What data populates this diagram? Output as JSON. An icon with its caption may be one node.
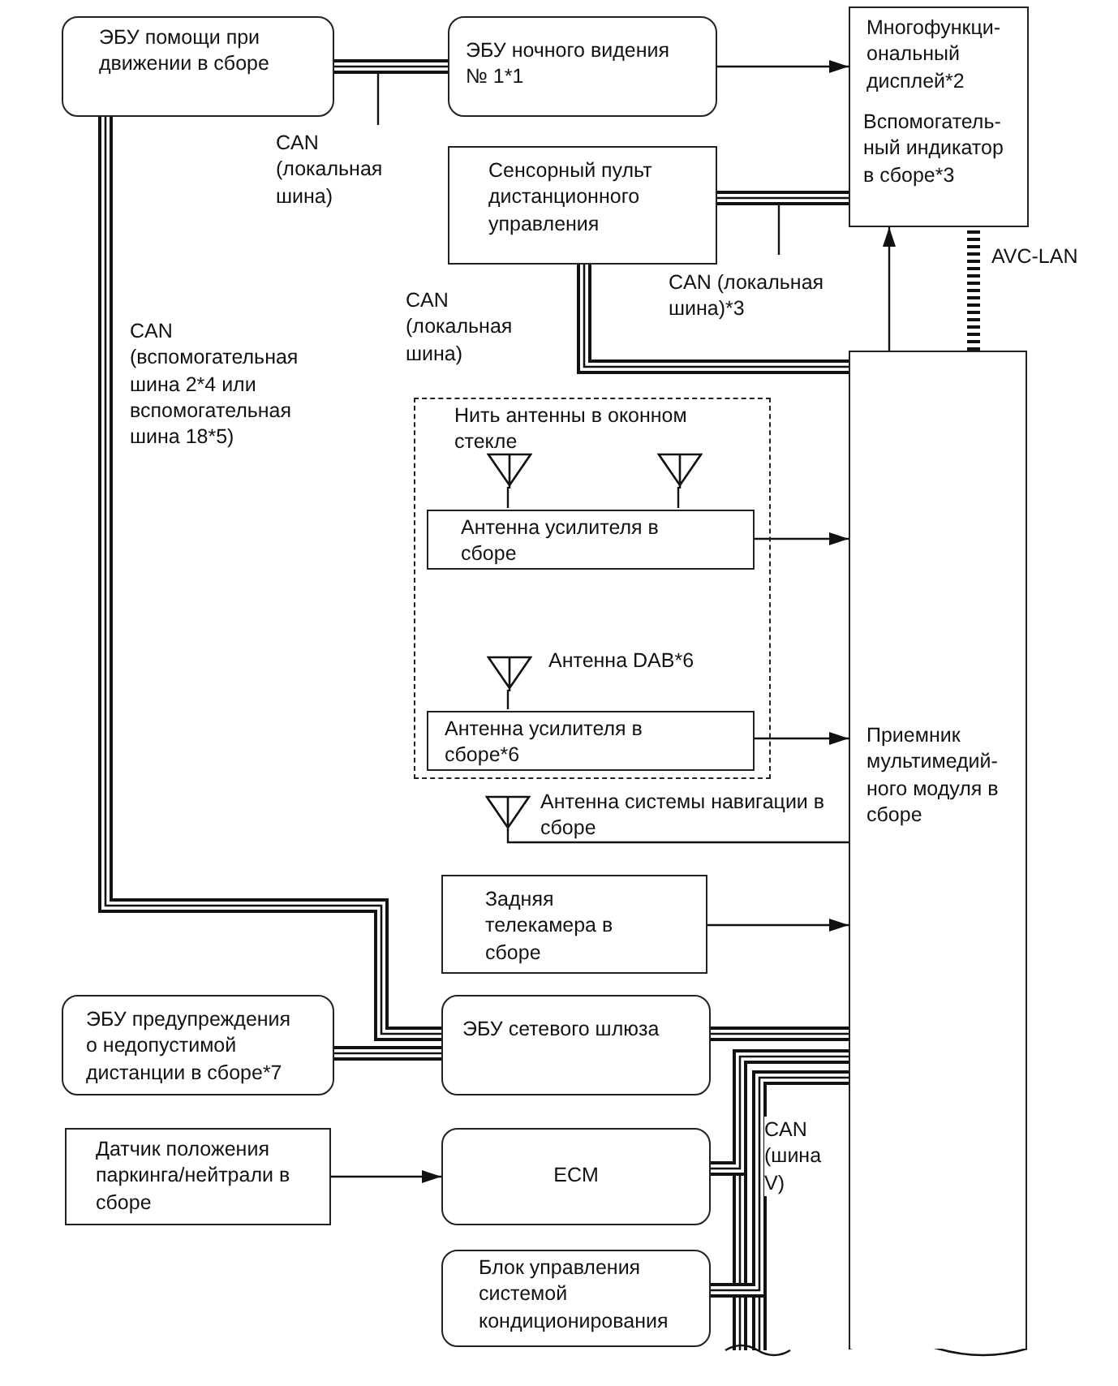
{
  "diagram": {
    "nodes": [
      {
        "text": [
          "ЭБУ помощи при движении в сборе"
        ]
      },
      {
        "text": [
          "ЭБУ ночного видения № 1*1"
        ]
      },
      {
        "text": [
          "Многофункци-ональный дисплей*2",
          "Вспомогатель-ный индикатор в сборе*3"
        ]
      },
      {
        "text": [
          "Сенсорный пульт дистанционного управления"
        ]
      },
      {
        "text": [
          "Приемник мультимедий-ного модуля в сборе"
        ]
      },
      {
        "text": [
          "Нить антенны в оконном стекле"
        ]
      },
      {
        "text": [],
        "shape": "antenna",
        "in": 5
      },
      {
        "text": [],
        "shape": "antenna",
        "in": 5
      },
      {
        "text": [
          "Антенна усилителя в сборе"
        ],
        "in": 5
      },
      {
        "text": [],
        "shape": "antenna",
        "in": 5,
        "beside": [
          "Антенна DAB*6"
        ]
      },
      {
        "text": [
          "Антенна усилителя в сборе*6"
        ],
        "in": 5
      },
      {
        "text": [],
        "shape": "antenna",
        "beside": [
          "Антенна системы навигации в сборе"
        ]
      },
      {
        "text": [
          "Задняя телекамера в сборе"
        ]
      },
      {
        "text": [
          "ЭБУ предупреждения о недопустимой дистанции в сборе*7"
        ]
      },
      {
        "text": [
          "ЭБУ сетевого шлюза"
        ]
      },
      {
        "text": [
          "Датчик положения паркинга/нейтрали в сборе"
        ]
      },
      {
        "text": [
          "ECM"
        ]
      },
      {
        "text": [
          "Блок управления системой кондиционирования"
        ]
      }
    ],
    "edges": [
      {
        "from": 1,
        "to": 2,
        "arrow": "to"
      },
      {
        "from": 0,
        "to": 1,
        "arrow": "none",
        "style": "thick",
        "label": "CAN (локальная шина)"
      },
      {
        "from": 3,
        "to": 2,
        "arrow": "none",
        "style": "thick",
        "label": "CAN (локальная шина)*3"
      },
      {
        "from": 3,
        "to": 4,
        "arrow": "none",
        "style": "thick",
        "label": "CAN (локальная шина)"
      },
      {
        "from": 4,
        "to": 2,
        "arrow": "to"
      },
      {
        "from": 4,
        "to": 2,
        "arrow": "none",
        "style": "dashed",
        "label": "AVC-LAN"
      },
      {
        "from": 0,
        "to": 14,
        "arrow": "none",
        "style": "thick",
        "label": "CAN (вспомогательная шина 2*4 или вспомогательная шина 18*5)"
      },
      {
        "from": 13,
        "to": 14,
        "arrow": "none",
        "style": "thick"
      },
      {
        "from": 14,
        "to": 4,
        "arrow": "none",
        "style": "thick"
      },
      {
        "from": 16,
        "to": 4,
        "arrow": "none",
        "style": "thick",
        "label": "CAN (шина V)"
      },
      {
        "from": 17,
        "to": 4,
        "arrow": "none",
        "style": "thick"
      },
      {
        "from": 15,
        "to": 16,
        "arrow": "to"
      },
      {
        "from": 8,
        "to": 4,
        "arrow": "to"
      },
      {
        "from": 10,
        "to": 4,
        "arrow": "to"
      },
      {
        "from": 12,
        "to": 4,
        "arrow": "to"
      },
      {
        "from": 6,
        "to": 8,
        "arrow": "none"
      },
      {
        "from": 7,
        "to": 8,
        "arrow": "none"
      },
      {
        "from": 9,
        "to": 10,
        "arrow": "none"
      },
      {
        "from": 11,
        "to": 4,
        "arrow": "none"
      }
    ]
  }
}
